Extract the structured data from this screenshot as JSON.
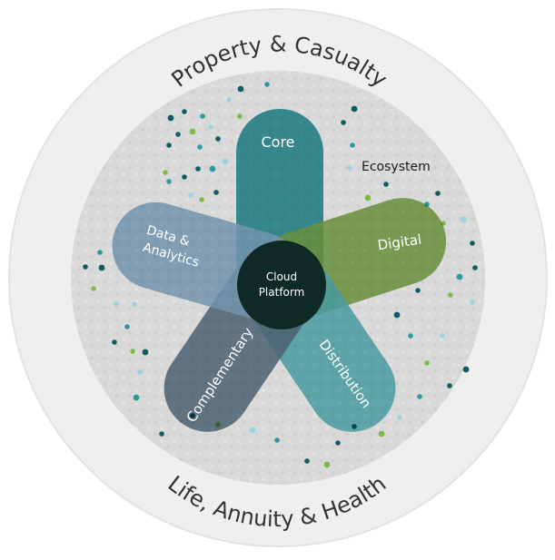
{
  "outer_ring": {
    "top_label": "Property & Casualty",
    "bottom_label": "Life, Annuity & Health"
  },
  "ecosystem_label": "Ecosystem",
  "center": {
    "line1": "Cloud",
    "line2": "Platform"
  },
  "petals": [
    {
      "id": "core",
      "label_lines": [
        "Core"
      ],
      "color": "#1f8f96"
    },
    {
      "id": "digital",
      "label_lines": [
        "Digital"
      ],
      "color": "#7aa846"
    },
    {
      "id": "distribution",
      "label_lines": [
        "Distribution"
      ],
      "color": "#55b6bd"
    },
    {
      "id": "complementary",
      "label_lines": [
        "Complementary"
      ],
      "color": "#5b7285"
    },
    {
      "id": "data-analytics",
      "label_lines": [
        "Data &",
        "Analytics"
      ],
      "color": "#86aecb"
    }
  ],
  "colors": {
    "outer_ring": "#efefef",
    "inner_disc": "#dadada",
    "center_disc": "#0f2a24",
    "dot_dark_teal": "#0f5c63",
    "dot_teal": "#2a9aa0",
    "dot_light_blue": "#9fd2e0",
    "dot_green": "#7fba4f"
  }
}
